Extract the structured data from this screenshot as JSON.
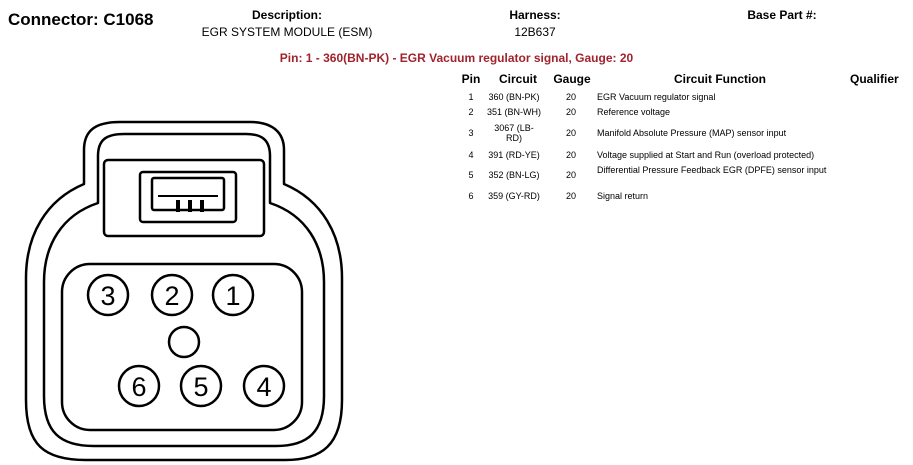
{
  "connector": {
    "label": "Connector: C1068"
  },
  "description": {
    "label": "Description:",
    "value": "EGR SYSTEM MODULE (ESM)"
  },
  "harness": {
    "label": "Harness:",
    "value": "12B637"
  },
  "base_part": {
    "label": "Base Part #:",
    "value": ""
  },
  "pin_banner": "Pin: 1 - 360(BN-PK) - EGR Vacuum regulator signal, Gauge: 20",
  "table": {
    "headers": {
      "pin": "Pin",
      "circuit": "Circuit",
      "gauge": "Gauge",
      "function": "Circuit Function",
      "qualifier": "Qualifier"
    },
    "rows": [
      {
        "pin": "1",
        "circuit": "360 (BN-PK)",
        "gauge": "20",
        "function": "EGR Vacuum regulator signal"
      },
      {
        "pin": "2",
        "circuit": "351 (BN-WH)",
        "gauge": "20",
        "function": "Reference voltage"
      },
      {
        "pin": "3",
        "circuit": "3067 (LB-RD)",
        "gauge": "20",
        "function": "Manifold Absolute Pressure (MAP) sensor input"
      },
      {
        "pin": "4",
        "circuit": "391 (RD-YE)",
        "gauge": "20",
        "function": "Voltage supplied at Start and Run (overload protected)"
      },
      {
        "pin": "5",
        "circuit": "352 (BN-LG)",
        "gauge": "20",
        "function": "Differential Pressure Feedback EGR (DPFE) sensor input"
      },
      {
        "pin": "6",
        "circuit": "359 (GY-RD)",
        "gauge": "20",
        "function": "Signal return"
      }
    ]
  },
  "connector_face": {
    "pin_labels": {
      "p1": "1",
      "p2": "2",
      "p3": "3",
      "p4": "4",
      "p5": "5",
      "p6": "6"
    }
  }
}
